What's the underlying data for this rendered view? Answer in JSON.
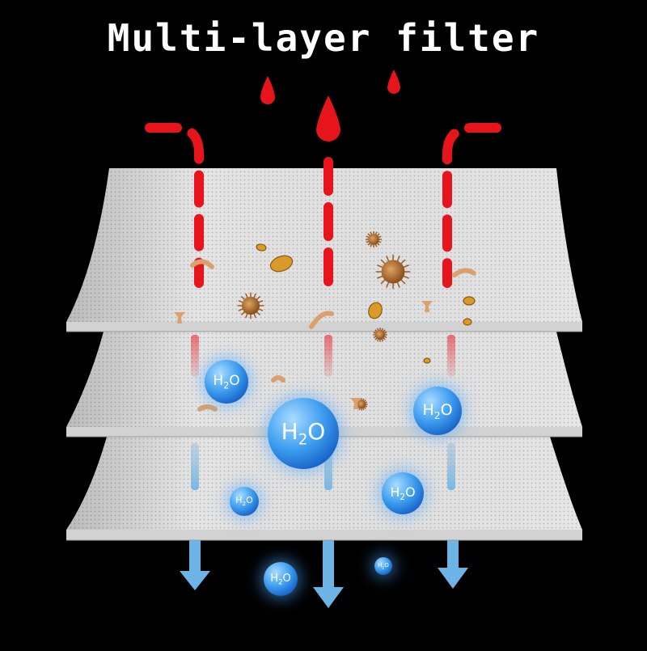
{
  "title": "Multi-layer filter",
  "layers": [
    "outer-layer",
    "middle-layer",
    "inner-layer"
  ],
  "molecule": {
    "symbol": "H",
    "subscript": "2",
    "suffix": "O"
  },
  "colors": {
    "background": "#000000",
    "incoming_flow": "#e8141c",
    "outgoing_flow": "#6db4e6",
    "molecule": "#3d9df0",
    "particles": "#c8893a",
    "filter_sheet": "#e6e6e6"
  },
  "icons": [
    "red-drop-icon",
    "dust-particle-icon",
    "blue-arrow-icon",
    "water-molecule-icon"
  ]
}
